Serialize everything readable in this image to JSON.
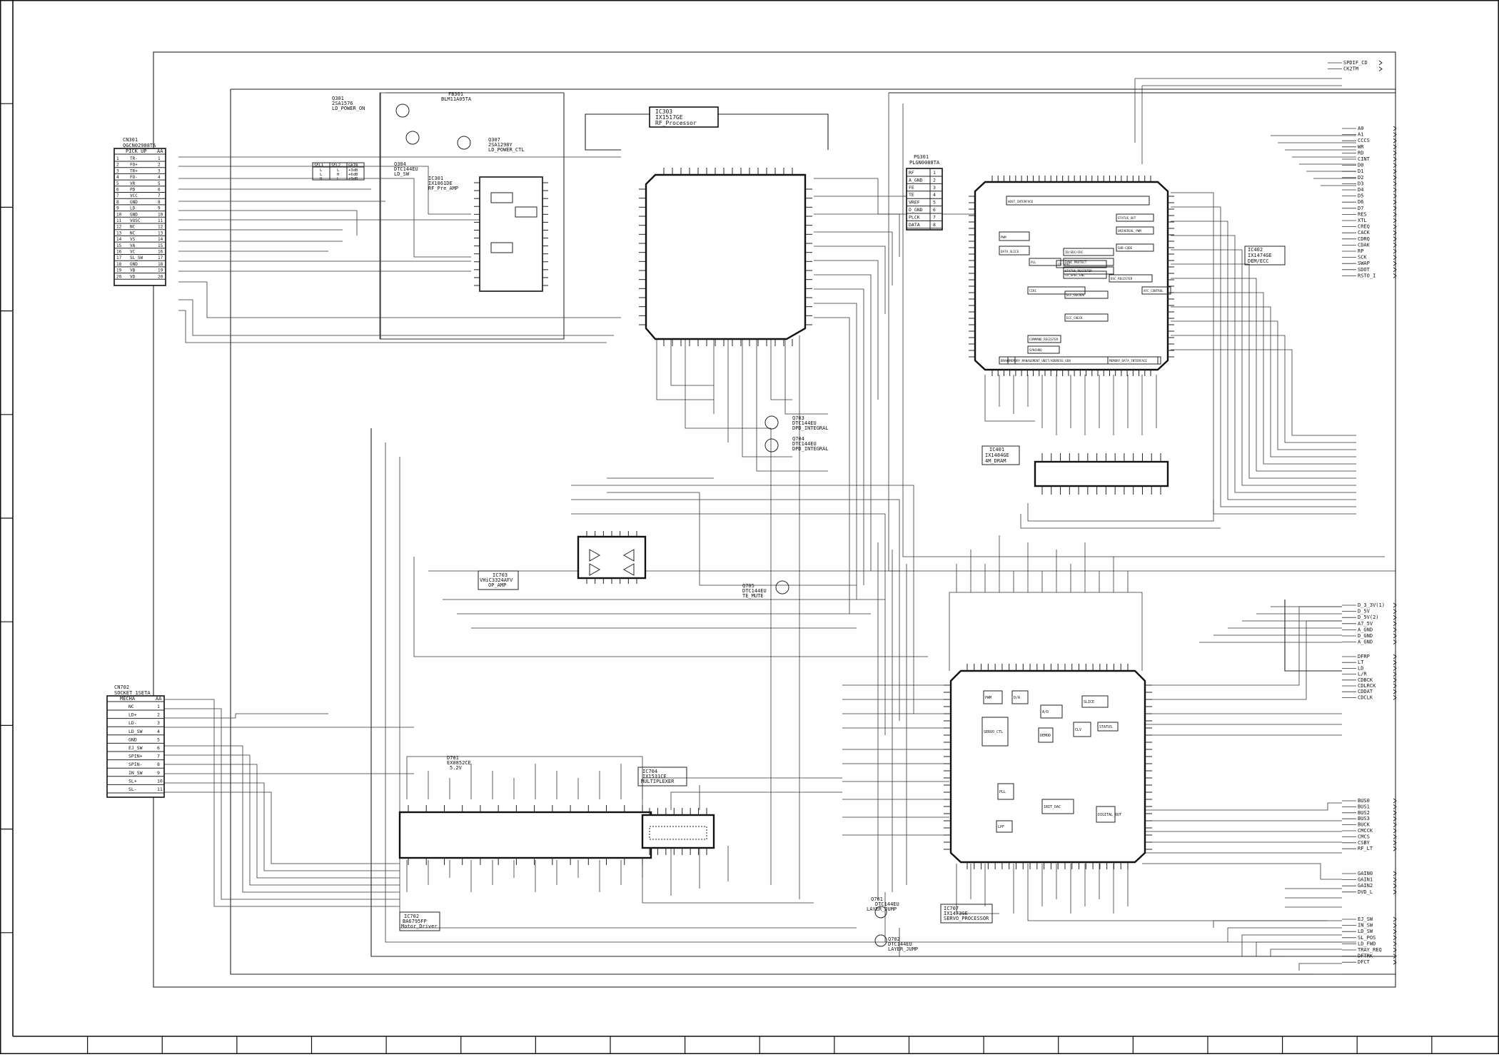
{
  "connectors": {
    "cn301": {
      "ref": "CN301",
      "part": "QGCN02988TA",
      "title": "PICK_UP",
      "col_aa": "AA",
      "pins": [
        "TR-",
        "FO+",
        "TR+",
        "FO-",
        "VR",
        "PD",
        "VCC",
        "GND",
        "LD",
        "GND",
        "VOSC",
        "NC",
        "NC",
        "VS",
        "VA",
        "VC",
        "SL_SW",
        "GND",
        "VB",
        "VD"
      ]
    },
    "cn702": {
      "ref": "CN702",
      "part": "SOCKET_1SETA",
      "title": "MECHA",
      "col_aa": "AA",
      "pins": [
        "NC",
        "LD+",
        "LD-",
        "LD_SW",
        "GND",
        "EJ_SW",
        "SPIN+",
        "SPIN-",
        "IN_SW",
        "SL+",
        "SL-"
      ]
    }
  },
  "ics": {
    "ic301": {
      "ref": "IC301",
      "part": "IX1861DE",
      "func": "RF_Pre_AMP"
    },
    "ic303": {
      "ref": "IC303",
      "part": "IX1517GE",
      "func": "RF_Processor"
    },
    "ic401": {
      "ref": "IC401",
      "part": "IX1484GE",
      "func": "4M_DRAM"
    },
    "ic402": {
      "ref": "IC402",
      "part": "IX1474GE",
      "func": "DEM/ECC"
    },
    "ic702": {
      "ref": "IC702",
      "part": "BA6795FP",
      "func": "Motor_Driver"
    },
    "ic703": {
      "ref": "IC703",
      "part": "VHiC3324AFV",
      "func": "OP_AMP"
    },
    "ic704": {
      "ref": "IC704",
      "part": "IX1531CE",
      "func": "MULTIPLEXER"
    },
    "ic707": {
      "ref": "IC707",
      "part": "IX1473GE",
      "func": "SERVO_PROCESSOR"
    }
  },
  "transistors": {
    "q301": {
      "ref": "Q301",
      "part": "2SA1576",
      "func": "LD_POWER_ON"
    },
    "q304": {
      "ref": "Q304",
      "part": "DTC144EU",
      "func": "LD_SW"
    },
    "q307": {
      "ref": "Q307",
      "part": "2SA1298Y",
      "func": "LD_POWER_CTL"
    },
    "q703": {
      "ref": "Q703",
      "part": "DTC144EU",
      "func": "DPD_INTEGRAL"
    },
    "q704": {
      "ref": "Q704",
      "part": "DTC144EU",
      "func": "DPD_INTEGRAL"
    },
    "q705": {
      "ref": "Q705",
      "part": "DTC144EU",
      "func": "TE_MUTE"
    },
    "q701": {
      "ref": "Q701",
      "part": "DTC144EU",
      "func": "LAYER_JUMP"
    },
    "q702": {
      "ref": "Q702",
      "part": "DTC144EU",
      "func": "LAYER_JUMP"
    }
  },
  "ferrite": {
    "ref": "FB301",
    "part": "BLM11A05TA"
  },
  "zener": {
    "ref": "D701",
    "part": "EX0852CE",
    "value": "5.2V"
  },
  "plug": {
    "ref": "PG301",
    "part": "PLGN0088TA",
    "pins": [
      "RF",
      "A_GND",
      "FE",
      "TE",
      "VREF",
      "D_GND",
      "PLCK",
      "DATA"
    ]
  },
  "sel_table": {
    "headers": [
      "SEL1",
      "SEL2",
      "GAIN"
    ],
    "rows": [
      [
        "L",
        "L",
        "+3dB"
      ],
      [
        "L",
        "H",
        "+6dB"
      ],
      [
        "H",
        "L",
        "+9dB"
      ]
    ]
  },
  "ic402_blocks": [
    "HOST_INTERFACE",
    "STATUS_OUT",
    "UNIVERSAL_PWM",
    "SUB-CODE",
    "CD_SPEC",
    "ECC_CHECK",
    "CIRC",
    "ECC_DECODE",
    "CD_SPEC_ENC",
    "MEMORY_MANAGEMENT_UNIT/ADDRESS_GEN",
    "MEMORY_DATA_INTERFACE",
    "SYNCHRO",
    "BRAKE",
    "PWM",
    "DATA_SLICE",
    "PLL",
    "SYNC_PROTECT",
    "STATUS_REGISTER",
    "COMMAND_REGISTER",
    "ID/EDC/CRC",
    "AFC_CONTROL",
    "DSC_REGISTER"
  ],
  "ic707_blocks": [
    "PWM",
    "D/A",
    "A/D",
    "SLICE",
    "STATUS",
    "SERVO_CTL",
    "DEMOD",
    "PLL",
    "LPF",
    "1BIT_DAC",
    "DIGITAL_OUT",
    "CLV"
  ],
  "right_signals": {
    "group1": [
      "SPDIF_CD",
      "CK2TM"
    ],
    "group2": [
      "A0",
      "A1",
      "CCCS",
      "WR",
      "RD",
      "CINT",
      "D0",
      "D1",
      "D2",
      "D3",
      "D4",
      "D5",
      "D6",
      "D7",
      "RES",
      "XTL",
      "CREQ",
      "CACK",
      "CDRQ",
      "CDAK",
      "RP",
      "SCK",
      "SWAP",
      "SDOT",
      "RSTO_I"
    ],
    "group3": [
      "D_3_3V(1)",
      "D_5V",
      "D_5V(2)",
      "A7_5V",
      "A_GND",
      "D_GND",
      "A_GND"
    ],
    "group4": [
      "DFRP",
      "LT",
      "LD",
      "L/R",
      "CDBCK",
      "CDLRCK",
      "CDDAT",
      "CDCLK"
    ],
    "group5": [
      "BUS0",
      "BUS1",
      "BUS2",
      "BUS3",
      "BUCK",
      "CMCCK",
      "CMCS",
      "CSBY",
      "RF_LT"
    ],
    "group6": [
      "GAIN0",
      "GAIN1",
      "GAIN2",
      "DVD_L"
    ],
    "group7": [
      "EJ_SW",
      "IN_SW",
      "LD_SW",
      "SL_POS",
      "LD_FWD",
      "TRAY_REQ",
      "DFTRK",
      "DFCT"
    ]
  },
  "border": {
    "rows": 10,
    "cols": 19
  }
}
